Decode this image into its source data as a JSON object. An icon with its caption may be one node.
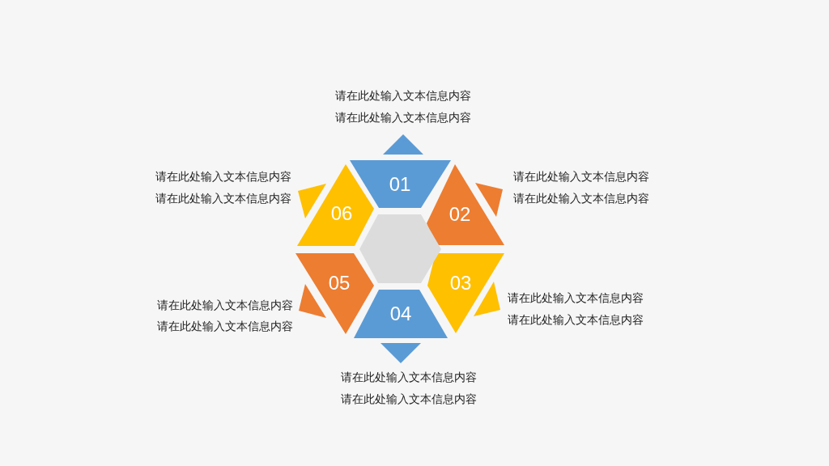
{
  "diagram": {
    "nodes": [
      {
        "text": [
          "01"
        ],
        "beside": [
          "请在此处输入文本信息内容",
          "请在此处输入文本信息内容"
        ]
      },
      {
        "text": [
          "02"
        ],
        "beside": [
          "请在此处输入文本信息内容",
          "请在此处输入文本信息内容"
        ]
      },
      {
        "text": [
          "03"
        ],
        "beside": [
          "请在此处输入文本信息内容",
          "请在此处输入文本信息内容"
        ]
      },
      {
        "text": [
          "04"
        ],
        "beside": [
          "请在此处输入文本信息内容",
          "请在此处输入文本信息内容"
        ]
      },
      {
        "text": [
          "05"
        ],
        "beside": [
          "请在此处输入文本信息内容",
          "请在此处输入文本信息内容"
        ]
      },
      {
        "text": [
          "06"
        ],
        "beside": [
          "请在此处输入文本信息内容",
          "请在此处输入文本信息内容"
        ]
      },
      {
        "text": [],
        "shape": "hexagon"
      }
    ]
  }
}
